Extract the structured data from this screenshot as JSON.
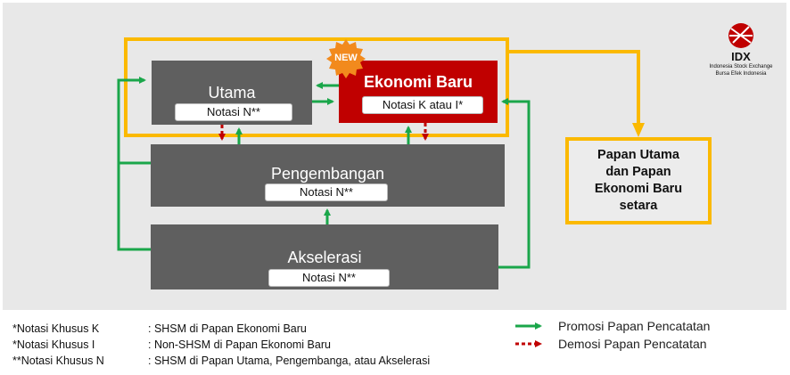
{
  "boards": {
    "utama": {
      "title": "Utama",
      "notasi": "Notasi N**"
    },
    "ekonomi_baru": {
      "title": "Ekonomi Baru",
      "notasi": "Notasi K atau I*",
      "badge": "NEW"
    },
    "pengembangan": {
      "title": "Pengembangan",
      "notasi": "Notasi N**"
    },
    "akselerasi": {
      "title": "Akselerasi",
      "notasi": "Notasi N**"
    }
  },
  "setara_box": {
    "line1": "Papan Utama",
    "line2": "dan Papan",
    "line3": "Ekonomi Baru",
    "line4": "setara"
  },
  "logo": {
    "name": "IDX",
    "line1": "Indonesia Stock Exchange",
    "line2": "Bursa Efek Indonesia"
  },
  "notes": [
    {
      "label": "*Notasi Khusus K",
      "desc": ": SHSM di Papan Ekonomi Baru"
    },
    {
      "label": "*Notasi Khusus I",
      "desc": ": Non-SHSM di Papan Ekonomi Baru"
    },
    {
      "label": "**Notasi Khusus N",
      "desc": ": SHSM di Papan Utama, Pengembanga, atau Akselerasi"
    }
  ],
  "legend": {
    "promotion": "Promosi Papan Pencatatan",
    "demotion": "Demosi Papan Pencatatan"
  },
  "colors": {
    "promotion": "#1aa64a",
    "demotion": "#c00000",
    "frame": "#fbb900",
    "board": "#5f5f5f",
    "new_board": "#c00000"
  }
}
